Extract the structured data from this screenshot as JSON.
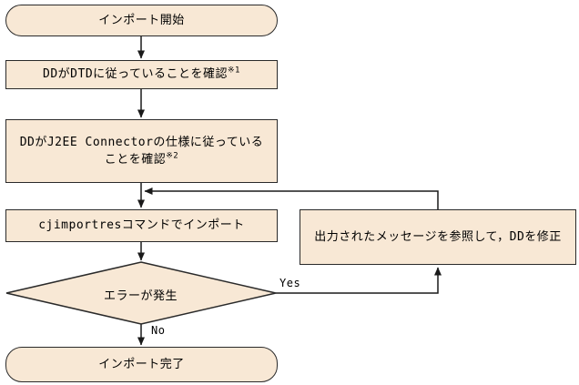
{
  "diagram": {
    "type": "flowchart",
    "language": "ja",
    "colors": {
      "node_fill": "#F8E8D5",
      "node_border": "#2A2A2A",
      "connector": "#1A1A1A",
      "background": "#FFFFFF",
      "text": "#000000"
    },
    "nodes": {
      "start": {
        "label": "インポート開始"
      },
      "check_dtd": {
        "label": "DDがDTDに従っていることを確認",
        "note_ref": "※1"
      },
      "check_j2ee": {
        "line1": "DDがJ2EE Connectorの仕様に従っている",
        "line2": "ことを確認",
        "note_ref": "※2"
      },
      "import_cmd": {
        "label": "cjimportresコマンドでインポート"
      },
      "error_decision": {
        "label": "エラーが発生"
      },
      "fix_dd": {
        "label": "出力されたメッセージを参照して，DDを修正"
      },
      "end": {
        "label": "インポート完了"
      }
    },
    "edges": {
      "yes_label": "Yes",
      "no_label": "No"
    }
  }
}
